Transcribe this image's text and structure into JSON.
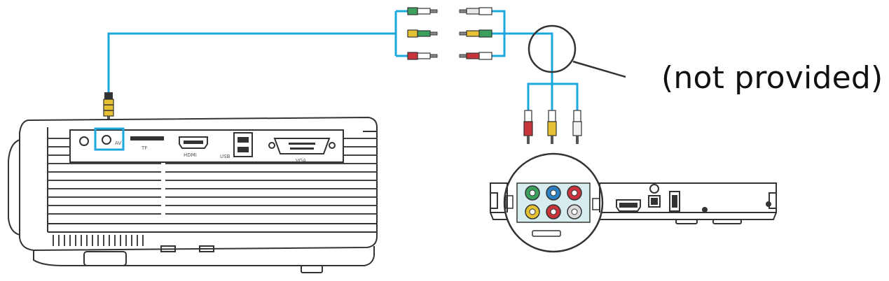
{
  "annotation": {
    "not_provided": "(not provided)"
  },
  "projector_port_labels": {
    "av": "AV",
    "tf": "TF",
    "hdmi": "HDMI",
    "usb": "USB",
    "vga": "VGA"
  },
  "colors": {
    "cable": "#1aa8dd",
    "green": "#3aa05a",
    "blue": "#2b7fc2",
    "red": "#c9343a",
    "yellow": "#e5c233",
    "white": "#d9d9d9",
    "outline": "#333333"
  }
}
